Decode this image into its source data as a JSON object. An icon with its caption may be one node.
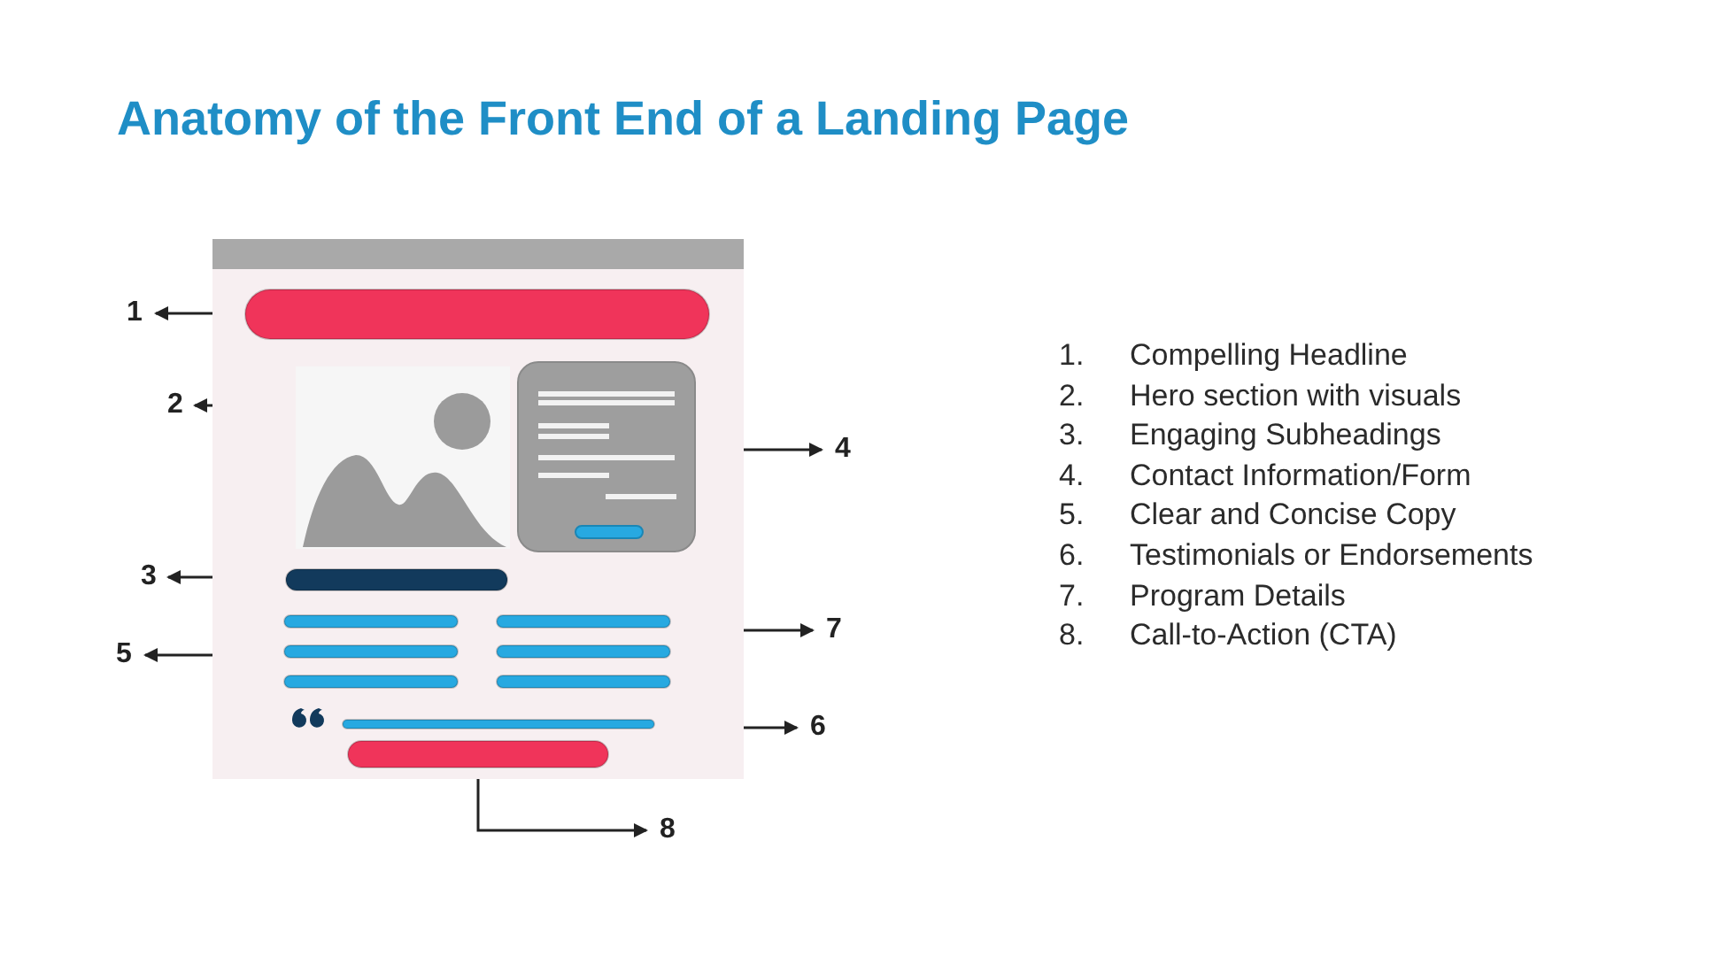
{
  "diagram": {
    "title": "Anatomy of the Front End of a Landing Page",
    "nodes": [
      {
        "text": [],
        "shape": "box"
      },
      {
        "text": [
          "1"
        ]
      },
      {
        "text": [],
        "shape": "bar",
        "in": 0
      },
      {
        "text": [
          "2"
        ]
      },
      {
        "text": [],
        "shape": "picture",
        "in": 0
      },
      {
        "text": [],
        "shape": "box",
        "in": 0
      },
      {
        "text": [
          "4"
        ]
      },
      {
        "text": [
          "3"
        ]
      },
      {
        "text": [],
        "shape": "bar",
        "in": 0
      },
      {
        "text": [
          "5"
        ]
      },
      {
        "text": [],
        "shape": "bar",
        "in": 0
      },
      {
        "text": [],
        "shape": "bar",
        "in": 0
      },
      {
        "text": [
          "7"
        ]
      },
      {
        "text": [],
        "shape": "bar",
        "in": 0
      },
      {
        "text": [
          "6"
        ]
      },
      {
        "text": [],
        "shape": "bar",
        "in": 0
      },
      {
        "text": [
          "8"
        ]
      }
    ],
    "edges": [
      {
        "from": 2,
        "to": 1,
        "arrow": "to"
      },
      {
        "from": 4,
        "to": 3,
        "arrow": "to"
      },
      {
        "from": 5,
        "to": 6,
        "arrow": "to"
      },
      {
        "from": 8,
        "to": 7,
        "arrow": "to"
      },
      {
        "from": 10,
        "to": 9,
        "arrow": "to"
      },
      {
        "from": 11,
        "to": 12,
        "arrow": "to"
      },
      {
        "from": 13,
        "to": 14,
        "arrow": "to"
      },
      {
        "from": 15,
        "to": 16,
        "arrow": "to"
      }
    ],
    "labels": [
      "1.",
      "Compelling Headline",
      "2.",
      "Hero section with visuals",
      "3.",
      "Engaging Subheadings",
      "4.",
      "Contact Information/Form",
      "5.",
      "Clear and Concise Copy",
      "6.",
      "Testimonials or Endorsements",
      "7.",
      "Program Details",
      "8.",
      "Call-to-Action (CTA)"
    ]
  }
}
